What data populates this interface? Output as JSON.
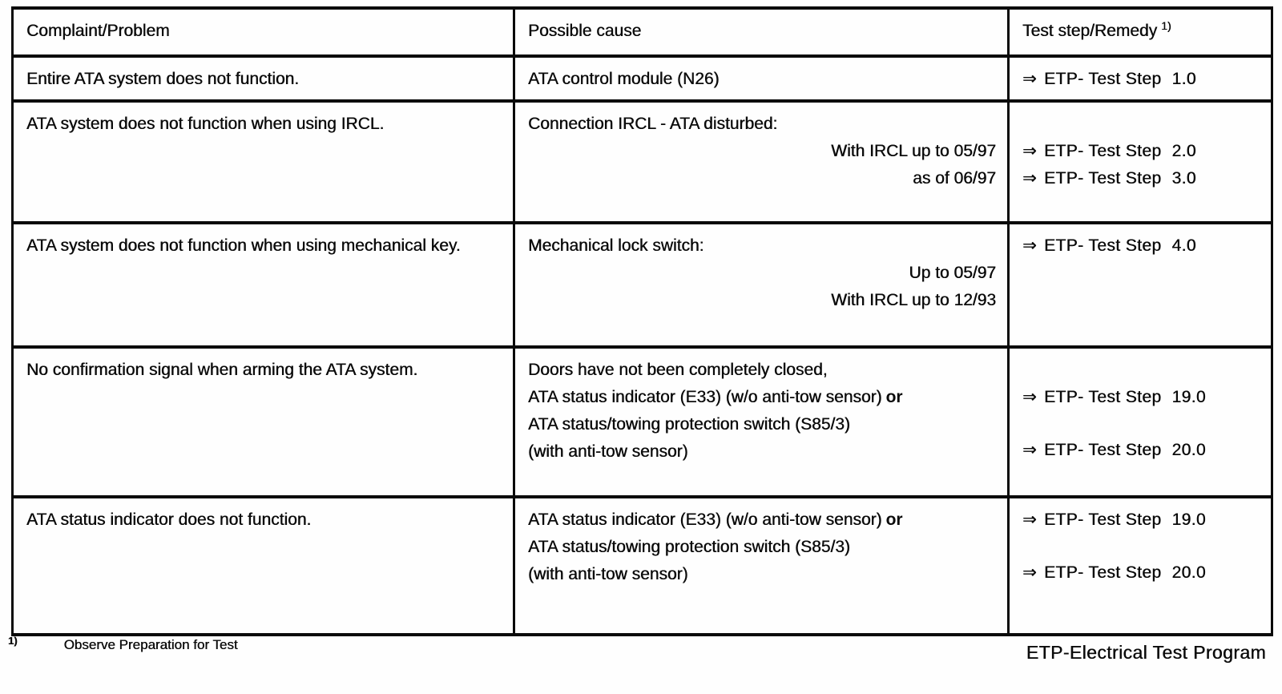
{
  "icons": {
    "arrow_right": "⇒"
  },
  "table": {
    "columns": [
      {
        "label": "Complaint/Problem"
      },
      {
        "label": "Possible cause"
      },
      {
        "label": "Test step/Remedy",
        "footnote_marker": "1)"
      }
    ],
    "rows": [
      {
        "complaint": "Entire ATA system does not function.",
        "causes": [
          {
            "text": "ATA control module (N26)",
            "align": "left"
          }
        ],
        "remedies": [
          {
            "label": "ETP- Test Step",
            "step": "1.0"
          }
        ]
      },
      {
        "complaint": "ATA system does not function when using IRCL.",
        "causes": [
          {
            "text": "Connection IRCL - ATA disturbed:",
            "align": "left"
          },
          {
            "text": "With IRCL up to 05/97",
            "align": "right"
          },
          {
            "text": "as of 06/97",
            "align": "right"
          }
        ],
        "remedies": [
          {
            "label": "ETP- Test Step",
            "step": "2.0"
          },
          {
            "label": "ETP- Test Step",
            "step": "3.0"
          }
        ]
      },
      {
        "complaint": "ATA system does not function when using mechanical key.",
        "causes": [
          {
            "text": "Mechanical lock switch:",
            "align": "left"
          },
          {
            "text": "Up to 05/97",
            "align": "right"
          },
          {
            "text": "With IRCL up to 12/93",
            "align": "right"
          }
        ],
        "remedies": [
          {
            "label": "ETP- Test Step",
            "step": "4.0"
          }
        ]
      },
      {
        "complaint": "No confirmation signal when arming the ATA system.",
        "causes": [
          {
            "text": "Doors have not been completely closed,",
            "align": "left"
          },
          {
            "text": "ATA status indicator (E33) (w/o anti-tow sensor)",
            "bold_suffix": "or",
            "align": "left"
          },
          {
            "text": "ATA status/towing protection switch (S85/3)",
            "align": "left"
          },
          {
            "text": "(with anti-tow sensor)",
            "align": "left"
          }
        ],
        "remedies": [
          {
            "label": "ETP- Test Step",
            "step": "19.0"
          },
          {
            "label": "ETP- Test Step",
            "step": "20.0"
          }
        ]
      },
      {
        "complaint": "ATA status indicator does not function.",
        "causes": [
          {
            "text": "ATA status indicator (E33) (w/o anti-tow sensor)",
            "bold_suffix": "or",
            "align": "left"
          },
          {
            "text": "ATA status/towing protection switch (S85/3)",
            "align": "left"
          },
          {
            "text": "(with anti-tow sensor)",
            "align": "left"
          }
        ],
        "remedies": [
          {
            "label": "ETP- Test Step",
            "step": "19.0"
          },
          {
            "label": "ETP- Test Step",
            "step": "20.0"
          }
        ]
      }
    ]
  },
  "footer": {
    "footnote_marker": "1)",
    "footnote_text": "Observe Preparation for Test",
    "program_legend": "ETP-Electrical Test Program"
  }
}
